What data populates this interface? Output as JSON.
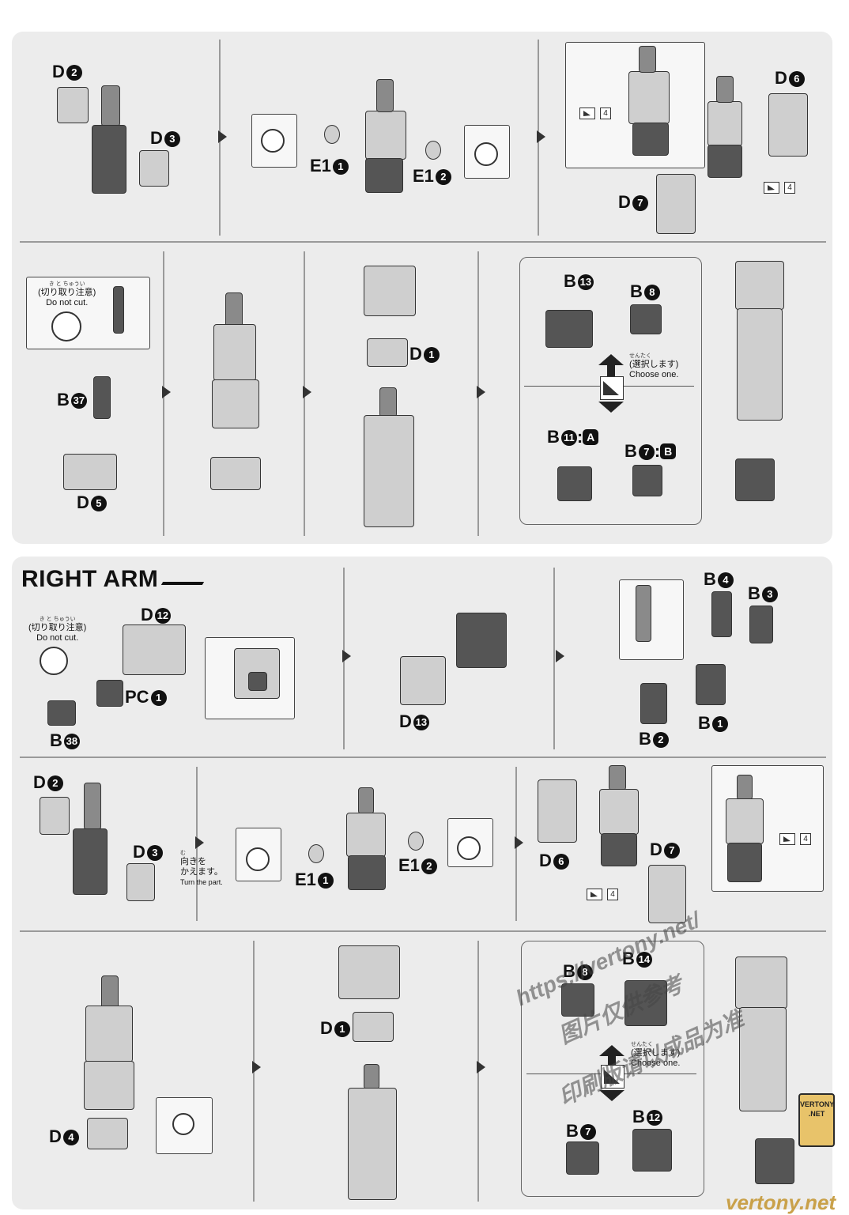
{
  "section_title": "RIGHT ARM",
  "labels": {
    "d2_a": "D",
    "d2_a_n": "2",
    "d3_a": "D",
    "d3_a_n": "3",
    "e1_1a": "E1",
    "e1_1a_n": "1",
    "e1_2a": "E1",
    "e1_2a_n": "2",
    "d6_a": "D",
    "d6_a_n": "6",
    "d7_a": "D",
    "d7_a_n": "7",
    "b37": "B",
    "b37_n": "37",
    "d5": "D",
    "d5_n": "5",
    "d1_a": "D",
    "d1_a_n": "1",
    "b13": "B",
    "b13_n": "13",
    "b8_a": "B",
    "b8_a_n": "8",
    "b11": "B",
    "b11_n": "11",
    "b11_sq": "A",
    "b7_a": "B",
    "b7_a_n": "7",
    "b7_a_sq": "B",
    "d12": "D",
    "d12_n": "12",
    "pc1": "PC",
    "pc1_n": "1",
    "b38": "B",
    "b38_n": "38",
    "d13": "D",
    "d13_n": "13",
    "b4": "B",
    "b4_n": "4",
    "b3": "B",
    "b3_n": "3",
    "b2": "B",
    "b2_n": "2",
    "b1": "B",
    "b1_n": "1",
    "d2_b": "D",
    "d2_b_n": "2",
    "d3_b": "D",
    "d3_b_n": "3",
    "e1_1b": "E1",
    "e1_1b_n": "1",
    "e1_2b": "E1",
    "e1_2b_n": "2",
    "d6_b": "D",
    "d6_b_n": "6",
    "d7_b": "D",
    "d7_b_n": "7",
    "d4": "D",
    "d4_n": "4",
    "d1_b": "D",
    "d1_b_n": "1",
    "b8_b": "B",
    "b8_b_n": "8",
    "b14": "B",
    "b14_n": "14",
    "b7_b": "B",
    "b7_b_n": "7",
    "b12": "B",
    "b12_n": "12"
  },
  "notes": {
    "do_not_cut_ruby": "き と ちゅうい",
    "do_not_cut_jp": "(切り取り注意)",
    "do_not_cut_en": "Do not cut.",
    "choose_ruby": "せんたく",
    "choose_jp": "(選択します)",
    "choose_en": "Choose one.",
    "turn_ruby": "む",
    "turn_jp1": "向きを",
    "turn_jp2": "かえます。",
    "turn_en": "Turn the part.",
    "ref_page": "4"
  },
  "watermarks": {
    "url": "https://vertony.net/",
    "cn1": "图片仅供参考",
    "cn2": "印刷版请以成品为准",
    "logo_line1": "VERTONY",
    "logo_line2": ".NET",
    "footer": "vertony.net"
  },
  "colors": {
    "panel_bg": "#ececec",
    "divider": "#9a9a9a",
    "ink": "#111111"
  }
}
